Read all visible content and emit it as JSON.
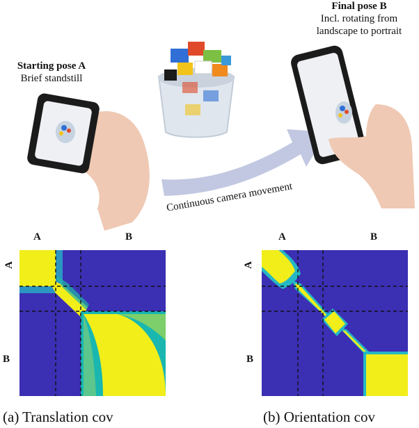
{
  "photo": {
    "pose_a": {
      "title": "Starting pose A",
      "subtitle": "Brief standstill"
    },
    "pose_b": {
      "title": "Final pose B",
      "subtitle_line1": "Incl. rotating from",
      "subtitle_line2": "landscape to portrait"
    },
    "movement_label": "Continuous camera movement",
    "arrow_color": "#b7bedc"
  },
  "matrices": [
    {
      "caption": "(a) Translation cov",
      "col_label_a": "A",
      "col_label_b": "B",
      "row_label_a": "A",
      "row_label_b": "B"
    },
    {
      "caption": "(b) Orientation cov",
      "col_label_a": "A",
      "col_label_b": "B",
      "row_label_a": "A",
      "row_label_b": "B"
    }
  ],
  "colors": {
    "low": "#3b2fb3",
    "mid": "#1ea6c6",
    "high": "#f2ee1a"
  }
}
